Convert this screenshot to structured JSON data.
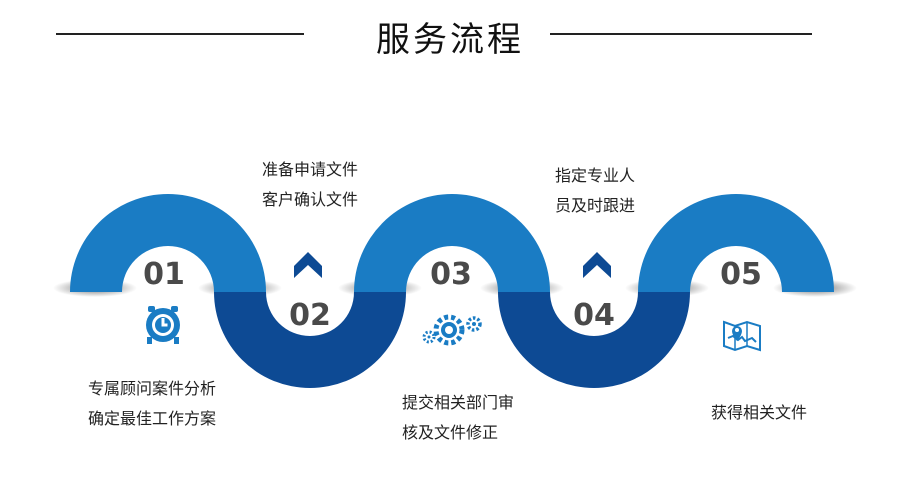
{
  "title": "服务流程",
  "colors": {
    "light_blue": "#1a7cc4",
    "dark_blue": "#0d4a94",
    "number": "#4a4a4a"
  },
  "steps": [
    {
      "number": "01",
      "icon": "alarm-clock-icon",
      "lines": [
        "专属顾问案件分析",
        "确定最佳工作方案"
      ]
    },
    {
      "number": "02",
      "icon": "chevron-up-icon",
      "lines": [
        "准备申请文件",
        "客户确认文件"
      ]
    },
    {
      "number": "03",
      "icon": "gears-icon",
      "lines": [
        "提交相关部门审",
        "核及文件修正"
      ]
    },
    {
      "number": "04",
      "icon": "chevron-up-icon",
      "lines": [
        "指定专业人",
        "员及时跟进"
      ]
    },
    {
      "number": "05",
      "icon": "map-pin-icon",
      "lines": [
        "获得相关文件"
      ]
    }
  ]
}
